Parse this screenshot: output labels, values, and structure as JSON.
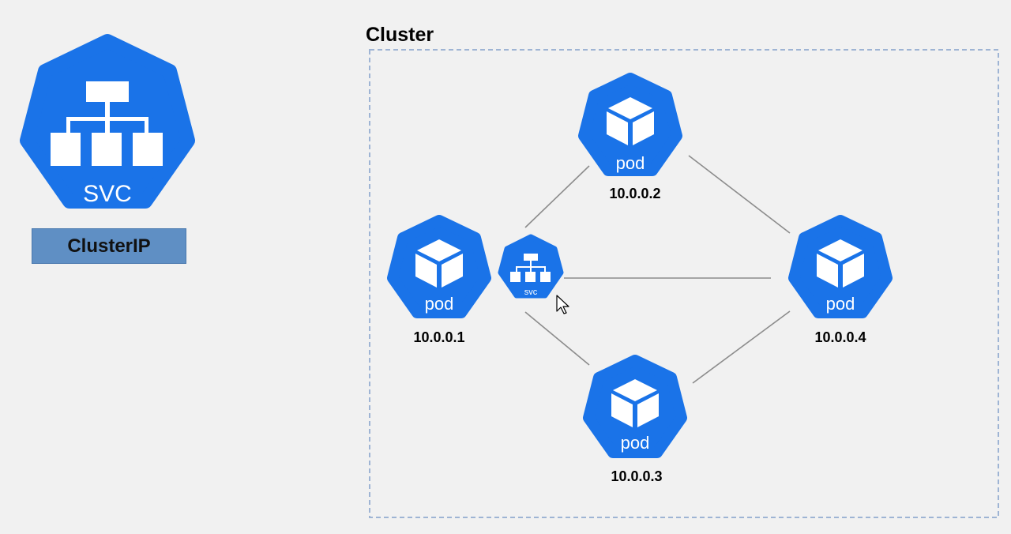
{
  "legend": {
    "icon_label": "SVC",
    "badge_label": "ClusterIP"
  },
  "cluster": {
    "title": "Cluster"
  },
  "service": {
    "label": "svc"
  },
  "pods": [
    {
      "label": "pod",
      "ip": "10.0.0.1"
    },
    {
      "label": "pod",
      "ip": "10.0.0.2"
    },
    {
      "label": "pod",
      "ip": "10.0.0.3"
    },
    {
      "label": "pod",
      "ip": "10.0.0.4"
    }
  ],
  "colors": {
    "kube_blue": "#1a73e8",
    "background": "#f1f1f1",
    "badge": "#5f8fc4",
    "frame": "#9eb4d4"
  }
}
